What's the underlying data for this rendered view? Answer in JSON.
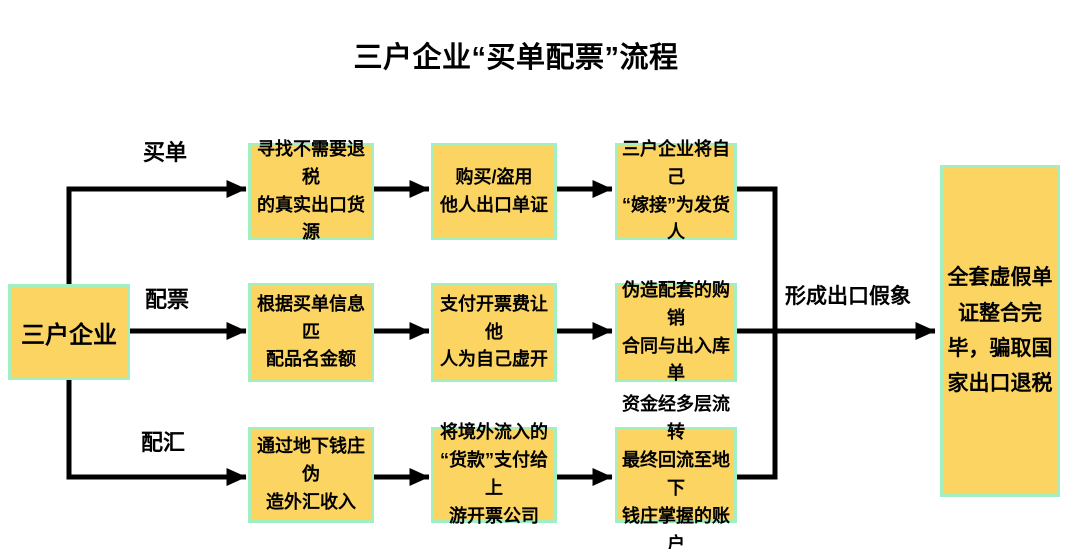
{
  "title": "三户企业“买单配票”流程",
  "colors": {
    "box_fill": "#FCD462",
    "box_border": "#A2F0C1",
    "arrow": "#000000",
    "text": "#000000"
  },
  "source": {
    "label": "三户企业"
  },
  "rows": [
    {
      "branch_label": "买单",
      "steps": [
        "寻找不需要退税\n的真实出口货源",
        "购买/盗用\n他人出口单证",
        "三户企业将自己\n“嫁接”为发货人"
      ]
    },
    {
      "branch_label": "配票",
      "steps": [
        "根据买单信息匹\n配品名金额",
        "支付开票费让他\n人为自己虚开",
        "伪造配套的购销\n合同与出入库单"
      ]
    },
    {
      "branch_label": "配汇",
      "steps": [
        "通过地下钱庄伪\n造外汇收入",
        "将境外流入的\n“货款”支付给上\n游开票公司",
        "资金经多层流转\n最终回流至地下\n钱庄掌握的账户"
      ]
    }
  ],
  "merge_label": "形成出口假象",
  "result": {
    "label": "全套虚假单\n证整合完\n毕，骗取国\n家出口退税"
  }
}
